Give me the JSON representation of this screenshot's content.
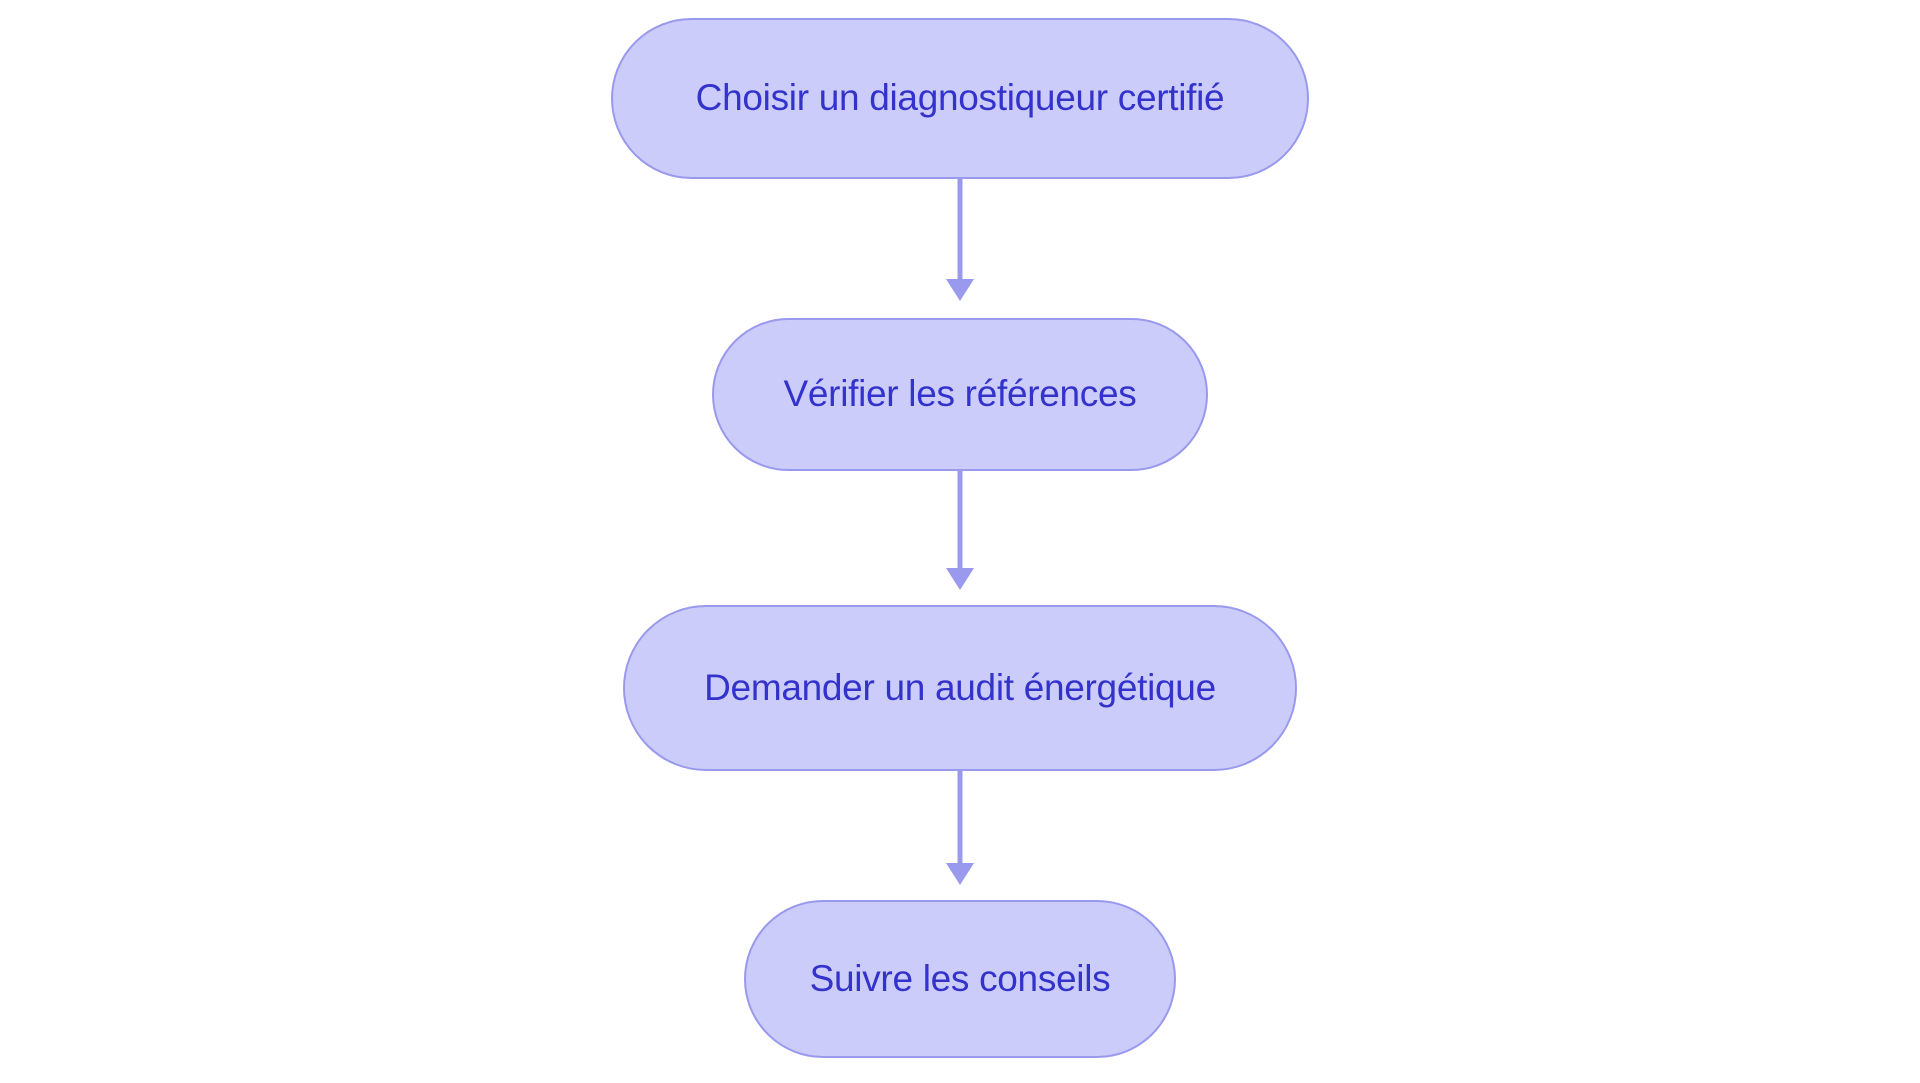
{
  "diagram": {
    "type": "flowchart",
    "orientation": "top-to-bottom",
    "background_color": "#FFFFFF",
    "node_fill_color": "#CCCCFA",
    "node_border_color": "#9999EE",
    "node_text_color": "#3333CC",
    "edge_color": "#9999EE",
    "node_shape": "stadium",
    "nodes": [
      {
        "id": "n1",
        "label": "Choisir un diagnostiqueur certifié"
      },
      {
        "id": "n2",
        "label": "Vérifier les références"
      },
      {
        "id": "n3",
        "label": "Demander un audit énergétique"
      },
      {
        "id": "n4",
        "label": "Suivre les conseils"
      }
    ],
    "edges": [
      {
        "id": "e1",
        "from": "n1",
        "to": "n2",
        "label": "",
        "arrow": "arrow-down-icon"
      },
      {
        "id": "e2",
        "from": "n2",
        "to": "n3",
        "label": "",
        "arrow": "arrow-down-icon"
      },
      {
        "id": "e3",
        "from": "n3",
        "to": "n4",
        "label": "",
        "arrow": "arrow-down-icon"
      }
    ]
  }
}
